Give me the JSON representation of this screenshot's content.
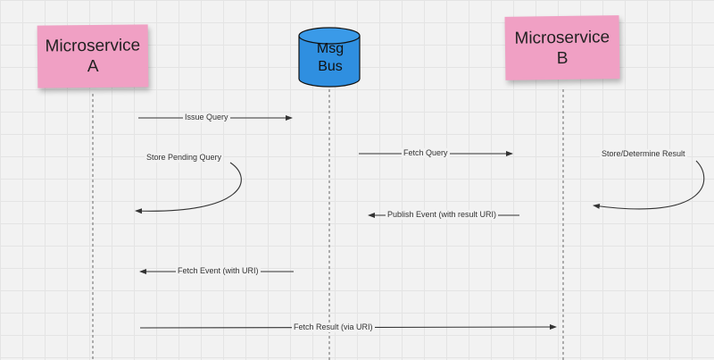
{
  "participants": {
    "a": {
      "line1": "Microservice",
      "line2": "A"
    },
    "bus": {
      "line1": "Msg",
      "line2": "Bus"
    },
    "b": {
      "line1": "Microservice",
      "line2": "B"
    }
  },
  "messages": {
    "issue_query": "Issue Query",
    "store_pending": "Store Pending Query",
    "fetch_query": "Fetch Query",
    "store_determine": "Store/Determine Result",
    "publish_event": "Publish Event (with result URI)",
    "fetch_event": "Fetch Event (with URI)",
    "fetch_result": "Fetch Result (via URI)"
  },
  "colors": {
    "sticky": "#f0a0c4",
    "bus_fill": "#2f8fe0"
  }
}
